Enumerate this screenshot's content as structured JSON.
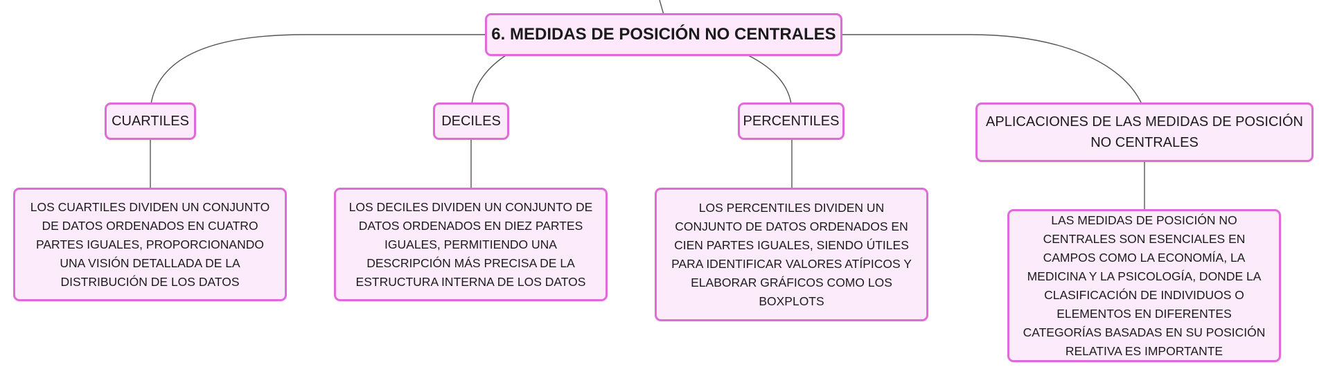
{
  "colors": {
    "border": "#e06bd8",
    "fill": "#fcecfb",
    "connector": "#555555"
  },
  "root": {
    "label": "6. MEDIDAS DE POSICIÓN NO CENTRALES"
  },
  "branches": [
    {
      "label": "CUARTILES",
      "description": "LOS CUARTILES DIVIDEN UN CONJUNTO DE DATOS ORDENADOS EN CUATRO PARTES IGUALES, PROPORCIONANDO UNA VISIÓN DETALLADA DE LA DISTRIBUCIÓN DE LOS DATOS"
    },
    {
      "label": "DECILES",
      "description": "LOS DECILES DIVIDEN UN CONJUNTO DE DATOS ORDENADOS EN DIEZ PARTES IGUALES, PERMITIENDO UNA DESCRIPCIÓN MÁS PRECISA DE LA ESTRUCTURA INTERNA DE LOS DATOS"
    },
    {
      "label": "PERCENTILES",
      "description": "LOS PERCENTILES DIVIDEN UN CONJUNTO DE DATOS ORDENADOS EN CIEN PARTES IGUALES, SIENDO ÚTILES PARA IDENTIFICAR VALORES ATÍPICOS Y ELABORAR GRÁFICOS COMO LOS BOXPLOTS"
    },
    {
      "label": "APLICACIONES DE LAS MEDIDAS DE POSICIÓN NO CENTRALES",
      "description": "LAS MEDIDAS DE POSICIÓN NO CENTRALES SON ESENCIALES EN CAMPOS COMO LA ECONOMÍA, LA MEDICINA Y LA PSICOLOGÍA, DONDE LA CLASIFICACIÓN DE INDIVIDUOS O ELEMENTOS EN DIFERENTES CATEGORÍAS BASADAS EN SU POSICIÓN RELATIVA ES IMPORTANTE"
    }
  ]
}
